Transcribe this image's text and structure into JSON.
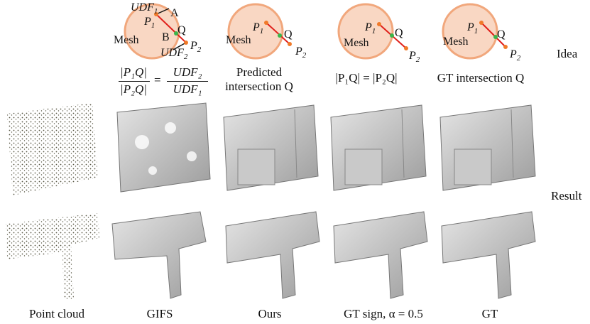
{
  "idea": {
    "row_label": "Idea",
    "mesh_label": "Mesh",
    "p1": "P",
    "p1_sub": "1",
    "p2": "P",
    "p2_sub": "2",
    "q": "Q",
    "a": "A",
    "b": "B",
    "udf1": "UDF",
    "udf1_sub": "1",
    "udf2": "UDF",
    "udf2_sub": "2",
    "colors": {
      "disk_fill": "#f9d7c3",
      "disk_stroke": "#f1a77c",
      "segment": "#e0201b",
      "point": "#f07a2a",
      "q_point": "#3ab54a"
    }
  },
  "captions": {
    "gifs_formula": {
      "lhs_num": "|P₁Q|",
      "lhs_den": "|P₂Q|",
      "rhs_num": "UDF₂",
      "rhs_den": "UDF₁",
      "eq": "="
    },
    "ours": {
      "line1": "Predicted",
      "line2": "intersection Q"
    },
    "gt_sign": {
      "text": "|P₁Q| = |P₂Q|"
    },
    "gt": {
      "text": "GT intersection Q"
    }
  },
  "result_label": "Result",
  "columns": [
    "Point cloud",
    "GIFS",
    "Ours",
    "GT sign, α = 0.5",
    "GT"
  ]
}
